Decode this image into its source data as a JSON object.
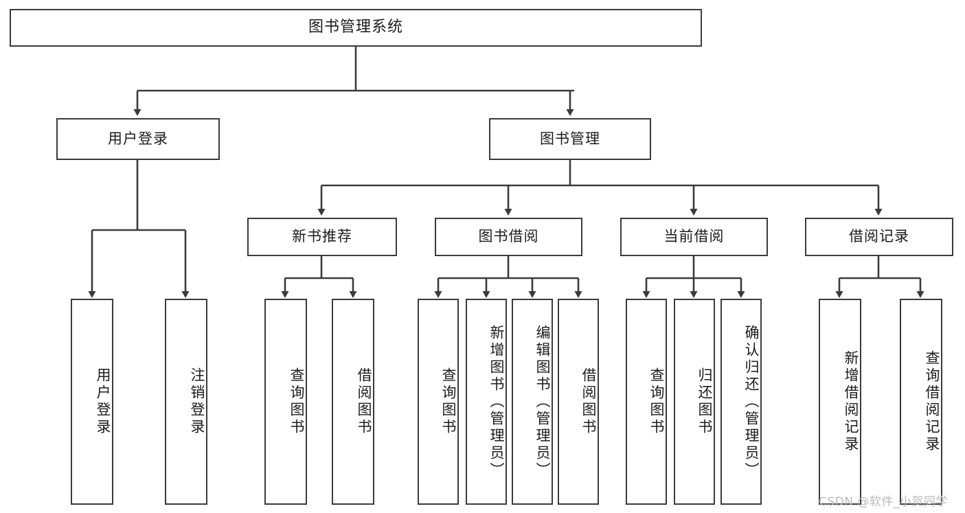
{
  "diagram": {
    "title": "图书管理系统",
    "type": "tree-hierarchy",
    "root": {
      "label": "图书管理系统"
    },
    "level2": [
      {
        "label": "用户登录"
      },
      {
        "label": "图书管理"
      }
    ],
    "level3": [
      {
        "label": "新书推荐"
      },
      {
        "label": "图书借阅"
      },
      {
        "label": "当前借阅"
      },
      {
        "label": "借阅记录"
      }
    ],
    "leaves": {
      "user_login": [
        {
          "label": "用户登录"
        },
        {
          "label": "注销登录"
        }
      ],
      "new_book_recommend": [
        {
          "label": "查询图书"
        },
        {
          "label": "借阅图书"
        }
      ],
      "book_borrow": [
        {
          "label": "查询图书"
        },
        {
          "label": "新增图书（管理员）"
        },
        {
          "label": "编辑图书（管理员）"
        },
        {
          "label": "借阅图书"
        }
      ],
      "current_borrow": [
        {
          "label": "查询图书"
        },
        {
          "label": "归还图书"
        },
        {
          "label": "确认归还（管理员）"
        }
      ],
      "borrow_records": [
        {
          "label": "新增借阅记录"
        },
        {
          "label": "查询借阅记录"
        }
      ]
    }
  },
  "watermark": {
    "text": "CSDN @软件_小贺同学"
  },
  "colors": {
    "border": "#3a3a3a",
    "text": "#1b1b1b",
    "background": "#ffffff",
    "watermark": "#b9b9b9"
  }
}
